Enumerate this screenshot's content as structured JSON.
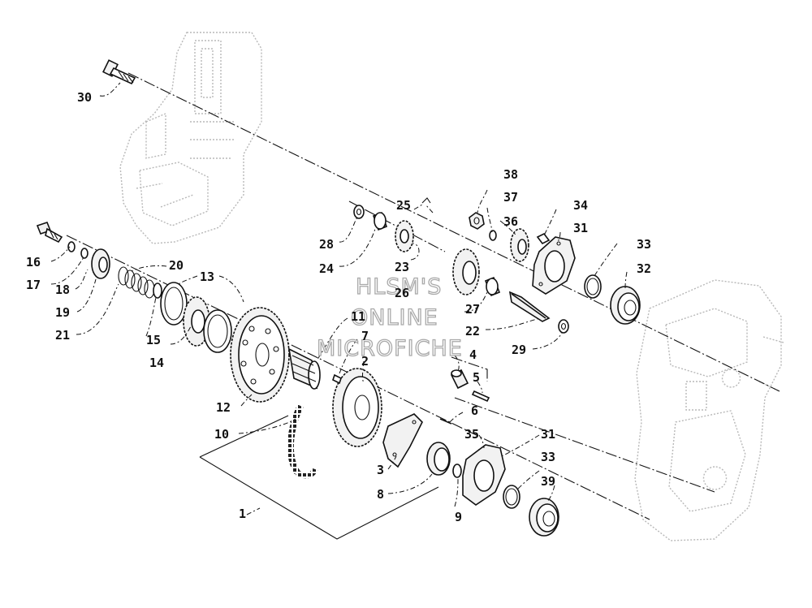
{
  "watermark": [
    "HLSM'S",
    "ONLINE",
    "MICROFICHE"
  ],
  "callouts": [
    {
      "id": "c30",
      "label": "30"
    },
    {
      "id": "c25",
      "label": "25"
    },
    {
      "id": "c38",
      "label": "38"
    },
    {
      "id": "c37",
      "label": "37"
    },
    {
      "id": "c36",
      "label": "36"
    },
    {
      "id": "c34",
      "label": "34"
    },
    {
      "id": "c31a",
      "label": "31"
    },
    {
      "id": "c33a",
      "label": "33"
    },
    {
      "id": "c32",
      "label": "32"
    },
    {
      "id": "c28",
      "label": "28"
    },
    {
      "id": "c24",
      "label": "24"
    },
    {
      "id": "c23",
      "label": "23"
    },
    {
      "id": "c26",
      "label": "26"
    },
    {
      "id": "c27",
      "label": "27"
    },
    {
      "id": "c22",
      "label": "22"
    },
    {
      "id": "c29",
      "label": "29"
    },
    {
      "id": "c16",
      "label": "16"
    },
    {
      "id": "c17",
      "label": "17"
    },
    {
      "id": "c18",
      "label": "18"
    },
    {
      "id": "c19",
      "label": "19"
    },
    {
      "id": "c20",
      "label": "20"
    },
    {
      "id": "c13",
      "label": "13"
    },
    {
      "id": "c21",
      "label": "21"
    },
    {
      "id": "c15",
      "label": "15"
    },
    {
      "id": "c14",
      "label": "14"
    },
    {
      "id": "c11",
      "label": "11"
    },
    {
      "id": "c7",
      "label": "7"
    },
    {
      "id": "c4",
      "label": "4"
    },
    {
      "id": "c2",
      "label": "2"
    },
    {
      "id": "c5",
      "label": "5"
    },
    {
      "id": "c12",
      "label": "12"
    },
    {
      "id": "c6",
      "label": "6"
    },
    {
      "id": "c10",
      "label": "10"
    },
    {
      "id": "c35",
      "label": "35"
    },
    {
      "id": "c31b",
      "label": "31"
    },
    {
      "id": "c3",
      "label": "3"
    },
    {
      "id": "c33b",
      "label": "33"
    },
    {
      "id": "c39",
      "label": "39"
    },
    {
      "id": "c8",
      "label": "8"
    },
    {
      "id": "c9",
      "label": "9"
    },
    {
      "id": "c1",
      "label": "1"
    }
  ]
}
